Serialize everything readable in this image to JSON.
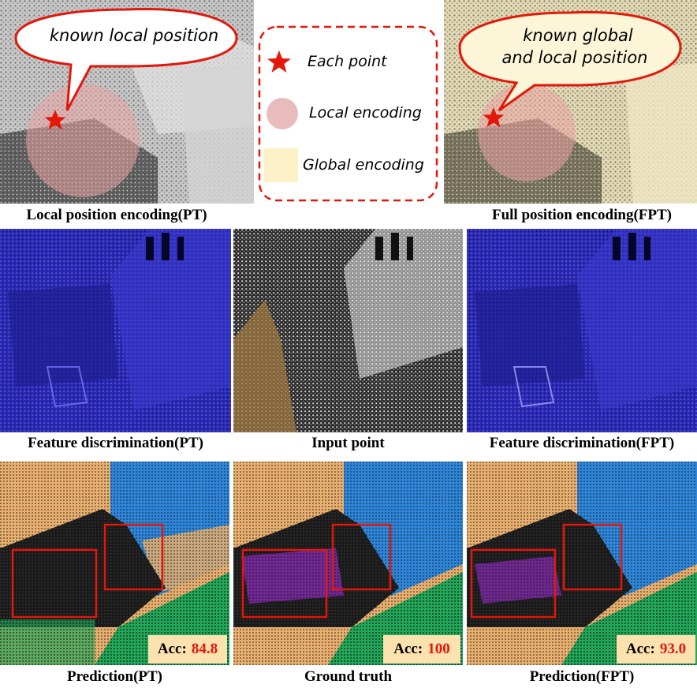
{
  "top": {
    "left_bubble": "known local position",
    "right_bubble_line1": "known global",
    "right_bubble_line2": "and local position",
    "legend": {
      "point": "Each point",
      "local": "Local encoding",
      "global": "Global encoding"
    },
    "caption_left": "Local position encoding(PT)",
    "caption_right": "Full position encoding(FPT)"
  },
  "middle": {
    "caption_left": "Feature discrimination(PT)",
    "caption_center": "Input point",
    "caption_right": "Feature discrimination(FPT)"
  },
  "bottom": {
    "caption_left": "Prediction(PT)",
    "caption_center": "Ground truth",
    "caption_right": "Prediction(FPT)",
    "acc_label": "Acc:",
    "acc_left": "84.8",
    "acc_center": "100",
    "acc_right": "93.0"
  },
  "colors": {
    "star": "#e3170a",
    "bubble_stroke": "#e3170a",
    "local_encoding": "#e9bcbc",
    "global_encoding": "#fdf1c8",
    "feature_blue": "#2a2ab0",
    "class_orange": "#e8b070",
    "class_blue": "#2f86d8",
    "class_green": "#22a85a",
    "class_purple": "#7a2aa0",
    "acc_box": "#fde2b0"
  }
}
